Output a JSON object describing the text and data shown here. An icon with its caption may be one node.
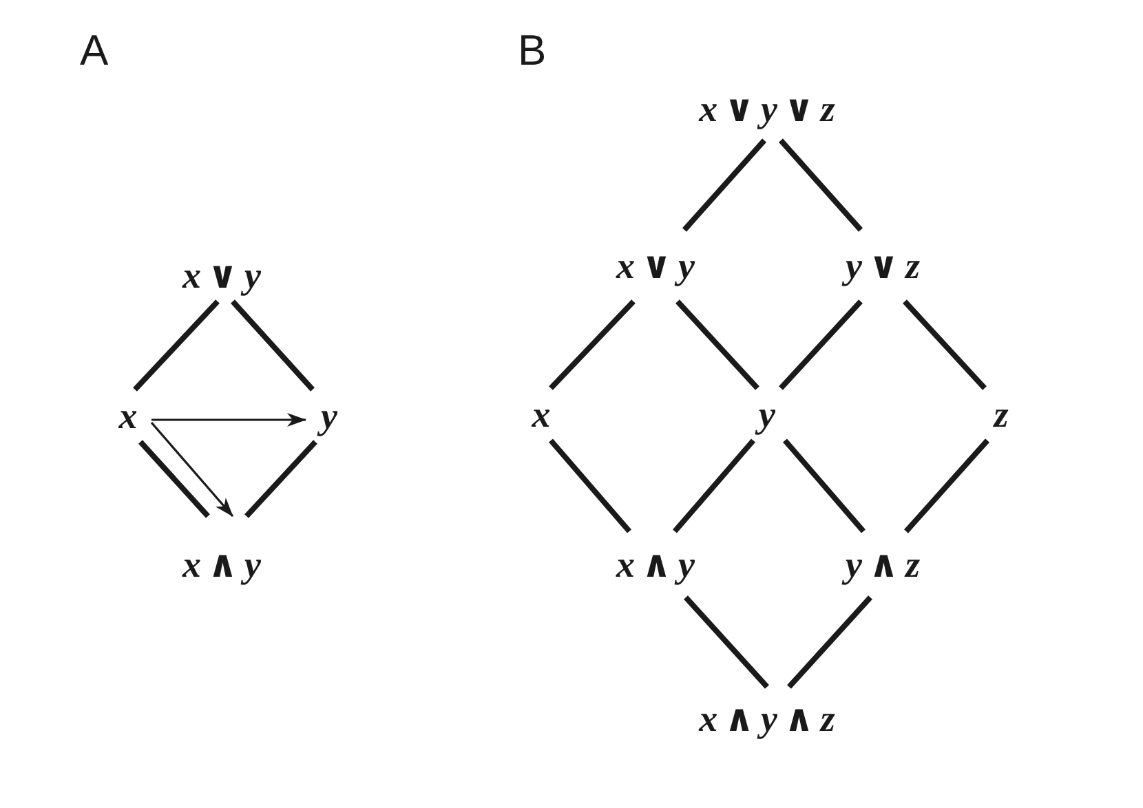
{
  "diagram": {
    "nodes": [
      {
        "text": [
          "x ∨ y"
        ]
      },
      {
        "text": [
          "x"
        ]
      },
      {
        "text": [
          "y"
        ]
      },
      {
        "text": [
          "x ∧ y"
        ]
      },
      {
        "text": [
          "x ∨ y ∨ z"
        ]
      },
      {
        "text": [
          "x ∨ y"
        ]
      },
      {
        "text": [
          "y ∨ z"
        ]
      },
      {
        "text": [
          "x"
        ]
      },
      {
        "text": [
          "y"
        ]
      },
      {
        "text": [
          "z"
        ]
      },
      {
        "text": [
          "x ∧ y"
        ]
      },
      {
        "text": [
          "y ∧ z"
        ]
      },
      {
        "text": [
          "x ∧ y ∧ z"
        ]
      }
    ],
    "edges": [
      {
        "from": 0,
        "to": 1,
        "arrow": "none"
      },
      {
        "from": 0,
        "to": 2,
        "arrow": "none"
      },
      {
        "from": 1,
        "to": 3,
        "arrow": "none"
      },
      {
        "from": 2,
        "to": 3,
        "arrow": "none"
      },
      {
        "from": 1,
        "to": 2,
        "arrow": "to"
      },
      {
        "from": 1,
        "to": 3,
        "arrow": "to"
      },
      {
        "from": 4,
        "to": 5,
        "arrow": "none"
      },
      {
        "from": 4,
        "to": 6,
        "arrow": "none"
      },
      {
        "from": 5,
        "to": 7,
        "arrow": "none"
      },
      {
        "from": 5,
        "to": 8,
        "arrow": "none"
      },
      {
        "from": 6,
        "to": 8,
        "arrow": "none"
      },
      {
        "from": 6,
        "to": 9,
        "arrow": "none"
      },
      {
        "from": 7,
        "to": 10,
        "arrow": "none"
      },
      {
        "from": 8,
        "to": 10,
        "arrow": "none"
      },
      {
        "from": 8,
        "to": 11,
        "arrow": "none"
      },
      {
        "from": 9,
        "to": 11,
        "arrow": "none"
      },
      {
        "from": 10,
        "to": 12,
        "arrow": "none"
      },
      {
        "from": 11,
        "to": 12,
        "arrow": "none"
      }
    ],
    "labels": [
      "A",
      "B"
    ]
  }
}
